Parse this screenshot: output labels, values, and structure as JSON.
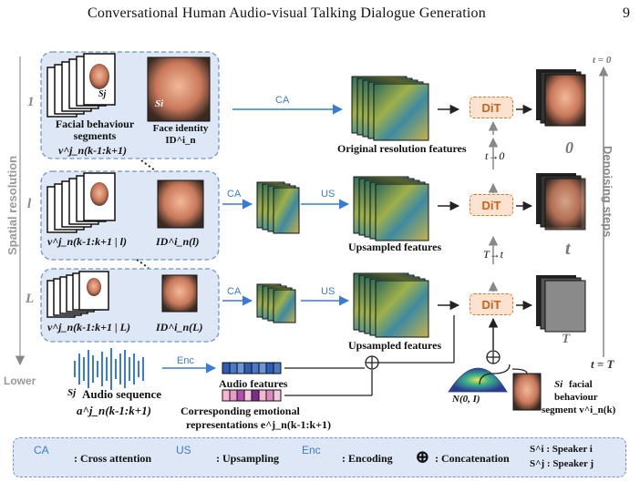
{
  "header": {
    "title": "Conversational Human Audio-visual Talking Dialogue Generation",
    "page_number": "9"
  },
  "left_axis": {
    "label": "Spatial resolution",
    "bottom_label": "Lower"
  },
  "levels": [
    {
      "index_label": "1",
      "segment_title": "Facial behaviour segments",
      "segment_formula": "v^j_n(k-1:k+1)",
      "speaker_tag": "Sj",
      "face_tag": "Si",
      "face_caption": "Face identity ID^i_n"
    },
    {
      "index_label": "l",
      "segment_formula": "v^j_n(k-1:k+1 | l)",
      "face_caption": "ID^i_n(l)"
    },
    {
      "index_label": "L",
      "segment_formula": "v^j_n(k-1:k+1 | L)",
      "face_caption": "ID^i_n(L)"
    }
  ],
  "ops": {
    "ca": "CA",
    "us": "US",
    "enc": "Enc"
  },
  "feature_labels": {
    "original": "Original resolution features",
    "upsampled_1": "Upsampled features",
    "upsampled_2": "Upsampled features"
  },
  "dit_label": "DiT",
  "step_labels": {
    "t_to_0": "t→0",
    "T_to_t": "T→t"
  },
  "outputs": {
    "label_0": "0",
    "label_t": "t",
    "label_T": "T"
  },
  "right_axis": {
    "label": "Denoising steps",
    "top": "t = 0",
    "bottom": "t = T"
  },
  "audio": {
    "speaker_tag": "Sj",
    "title": "Audio sequence",
    "formula": "a^j_n(k-1:k+1)"
  },
  "audio_features": "Audio features",
  "emotion": {
    "line1": "Corresponding emotional",
    "line2": "representations e^j_n(k-1:k+1)"
  },
  "noise_label": "N(0, I)",
  "speaker_segment": {
    "tag": "Si",
    "line1": "facial",
    "line2": "behaviour",
    "line3": "segment v^i_n(k)"
  },
  "legend": {
    "ca": "CA",
    "ca_text": ": Cross attention",
    "us": "US",
    "us_text": ": Upsampling",
    "enc": "Enc",
    "enc_text": ": Encoding",
    "concat_text": ": Concatenation",
    "si_text": "S^i : Speaker i",
    "sj_text": "S^j : Speaker j"
  },
  "colors": {
    "accent_blue": "#3a7bd5",
    "dit_orange": "#d9772b",
    "panel_bg": "#dde7f5"
  }
}
